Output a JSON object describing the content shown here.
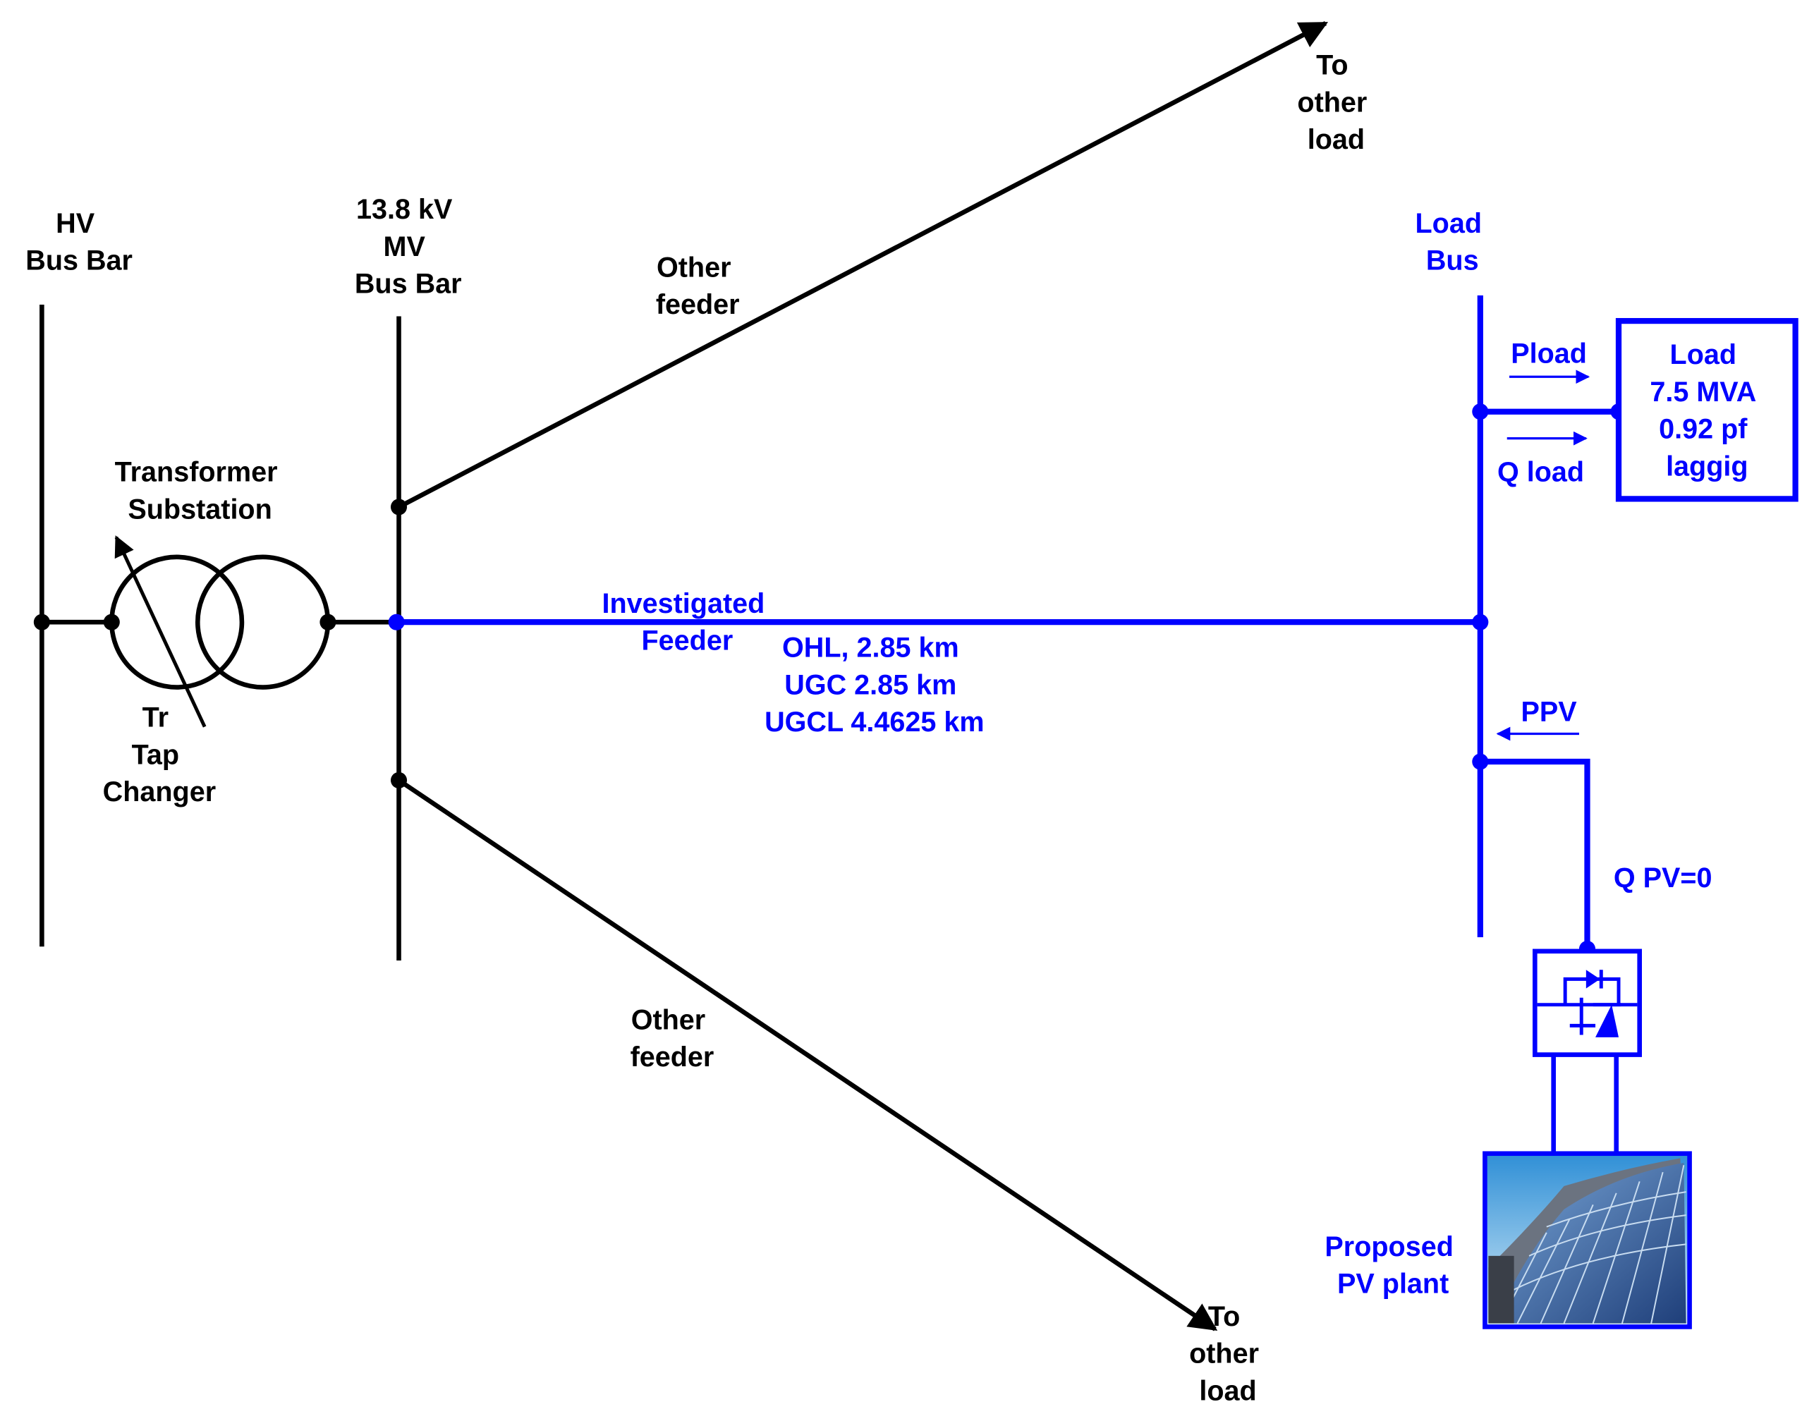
{
  "colors": {
    "black_line": "#000000",
    "blue_line": "#0000ff",
    "sky_top": "#2f8fd6",
    "sky_bottom": "#cfe8f6",
    "panel_dark": "#1f3f7a",
    "panel_light": "#7aa7d8",
    "building": "#8a8f96"
  },
  "labels": {
    "hv_bus": [
      "HV",
      "Bus Bar"
    ],
    "mv_bus": [
      "13.8 kV",
      "MV",
      "Bus Bar"
    ],
    "transformer": [
      "Transformer",
      "Substation"
    ],
    "tap_changer": [
      "Tr",
      "Tap",
      "Changer"
    ],
    "other_feeder_top": [
      "Other",
      "feeder"
    ],
    "other_feeder_bottom": [
      "Other",
      "feeder"
    ],
    "to_other_load_top": [
      "To",
      "other",
      "load"
    ],
    "to_other_load_bottom": [
      "To",
      "other",
      "load"
    ],
    "investigated_feeder": [
      "Investigated",
      "Feeder"
    ],
    "feeder_specs": [
      "OHL, 2.85 km",
      "UGC 2.85 km",
      "UGCL 4.4625 km"
    ],
    "load_bus": [
      "Load",
      "Bus"
    ],
    "pload": "Pload",
    "qload": "Q load",
    "load_box": [
      "Load",
      "7.5 MVA",
      "0.92 pf",
      "laggig"
    ],
    "ppv": "PPV",
    "qpv": "Q PV=0",
    "pv_plant": [
      "Proposed",
      "PV plant"
    ]
  },
  "icons": {
    "transformer": "transformer-icon",
    "inverter": "inverter-icon",
    "pv_plant": "solar-panel-image",
    "arrow": "arrow-icon"
  }
}
